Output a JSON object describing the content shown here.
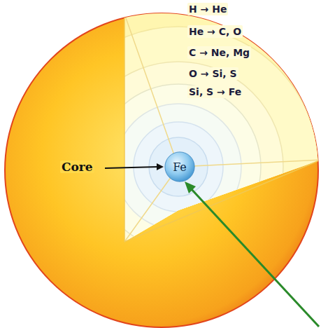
{
  "diagram": {
    "nodes": [
      {
        "text": [
          "Fe"
        ]
      }
    ],
    "labels": [
      "H → He",
      "He → C, O",
      "C → Ne, Mg",
      "O → Si, S",
      "Si, S → Fe",
      "Core"
    ]
  }
}
